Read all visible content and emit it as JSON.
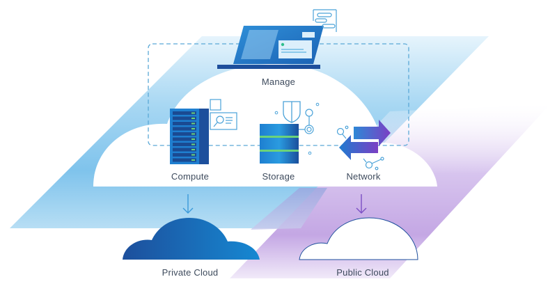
{
  "diagram": {
    "nodes": {
      "manage": {
        "label": "Manage",
        "icon": "laptop-dashboard-icon"
      },
      "compute": {
        "label": "Compute",
        "icon": "server-rack-icon"
      },
      "storage": {
        "label": "Storage",
        "icon": "database-stack-icon"
      },
      "network": {
        "label": "Network",
        "icon": "bidirectional-arrows-icon"
      },
      "private_cloud": {
        "label": "Private Cloud",
        "icon": "filled-cloud-icon"
      },
      "public_cloud": {
        "label": "Public Cloud",
        "icon": "outline-cloud-icon"
      }
    },
    "edges": [
      {
        "from": "compute",
        "to": "private_cloud",
        "style": "arrow"
      },
      {
        "from": "network",
        "to": "public_cloud",
        "style": "arrow"
      }
    ],
    "colors": {
      "blue_band": "#8ecbee",
      "purple_band": "#b79adf",
      "dark_blue": "#1d4f9c",
      "mid_blue": "#1a82d0",
      "purple": "#7b3fc4",
      "green": "#6bd37a",
      "label_text": "#3d4a5c",
      "dashed_outline": "#5aa8d6"
    }
  }
}
